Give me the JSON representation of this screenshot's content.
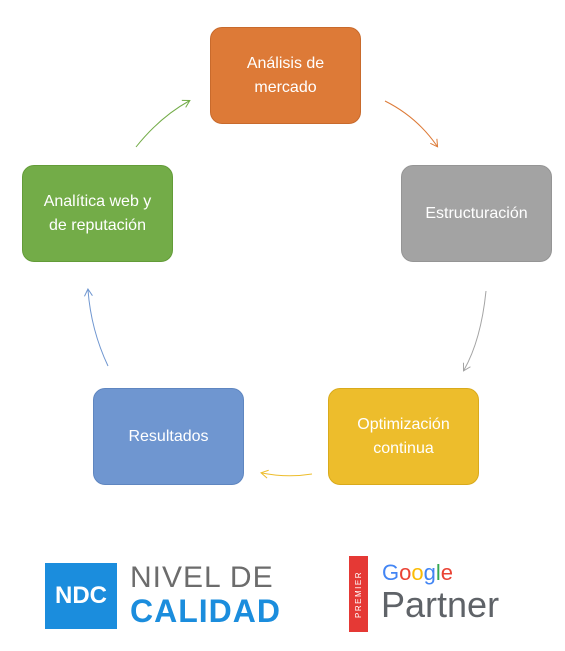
{
  "nodes": {
    "analisis": "Análisis de mercado",
    "estructuracion": "Estructuración",
    "optimizacion": "Optimización continua",
    "resultados": "Resultados",
    "analitica": "Analítica web y de reputación"
  },
  "colors": {
    "analisis": "#dd7a37",
    "estructuracion": "#a3a3a3",
    "optimizacion": "#edbd2c",
    "resultados": "#6f96d0",
    "analitica": "#73ac48"
  },
  "logos": {
    "ndc": {
      "box_text": "NDC",
      "line1": "NIVEL DE",
      "line2": "CALIDAD"
    },
    "google": {
      "premier": "PREMIER",
      "google_letters": [
        "G",
        "o",
        "o",
        "g",
        "l",
        "e"
      ],
      "google_colors": [
        "#4285f4",
        "#ea4335",
        "#fbbc05",
        "#4285f4",
        "#34a853",
        "#ea4335"
      ],
      "partner": "Partner"
    }
  }
}
